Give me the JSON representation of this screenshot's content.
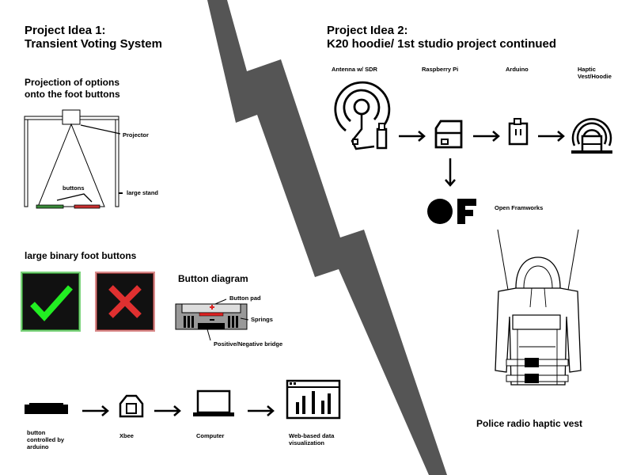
{
  "idea1": {
    "title_line1": "Project Idea 1:",
    "title_line2": "Transient Voting System",
    "projection_title_line1": "Projection of options",
    "projection_title_line2": "onto the foot buttons",
    "label_projector": "Projector",
    "label_buttons": "buttons",
    "label_stand": "large stand",
    "foot_buttons_title": "large binary foot buttons",
    "button_diagram_title": "Button diagram",
    "label_button_pad": "Button pad",
    "label_springs": "Springs",
    "label_bridge": "Positive/Negative bridge",
    "flow_button_line1": "button",
    "flow_button_line2": "controlled by",
    "flow_button_line3": "arduino",
    "flow_xbee": "Xbee",
    "flow_computer": "Computer",
    "flow_web_line1": "Web-based data",
    "flow_web_line2": "visualization"
  },
  "idea2": {
    "title_line1": "Project Idea 2:",
    "title_line2": "K20 hoodie/ 1st studio project continued",
    "label_antenna": "Antenna w/ SDR",
    "label_raspberry": "Raspberry Pi",
    "label_arduino": "Arduino",
    "label_haptic_line1": "Haptic",
    "label_haptic_line2": "Vest/Hoodie",
    "label_of": "Open Framworks",
    "caption_vest": "Police radio haptic vest"
  },
  "colors": {
    "check_green": "#22ee22",
    "cross_red": "#e03030",
    "bolt_gray": "#555555",
    "plus_red": "#dd2222"
  }
}
